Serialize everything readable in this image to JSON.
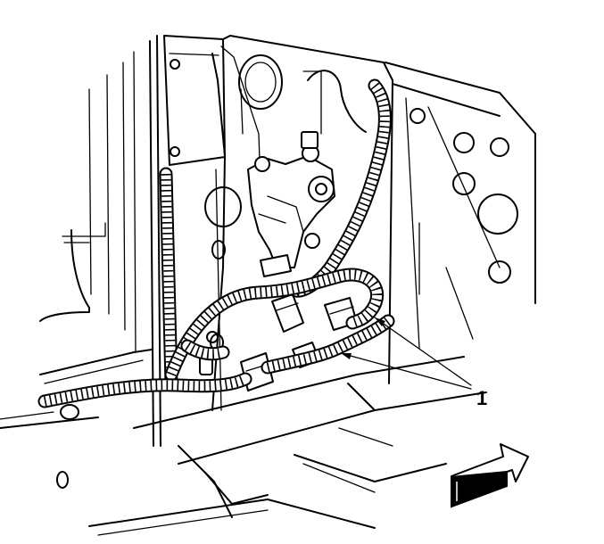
{
  "diagram": {
    "callouts": [
      {
        "number": "1",
        "target": "wiring-harness"
      }
    ],
    "arrow": "direction-arrow",
    "colors": {
      "line": "#000000",
      "background": "#ffffff",
      "arrow_shade": "#000000"
    }
  }
}
